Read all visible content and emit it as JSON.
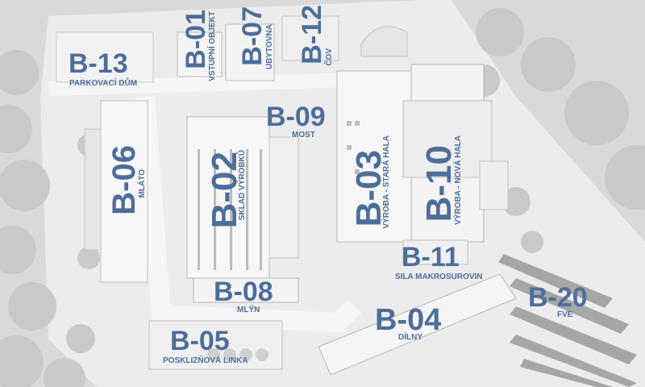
{
  "buildings": {
    "b13": {
      "code": "B-13",
      "name": "PARKOVACÍ DŮM"
    },
    "b01": {
      "code": "B-01",
      "name": "VSTUPNÍ OBJEKT"
    },
    "b07": {
      "code": "B-07",
      "name": "UBYTOVNA"
    },
    "b12": {
      "code": "B-12",
      "name": "ČOV"
    },
    "b09": {
      "code": "B-09",
      "name": "MOST"
    },
    "b06": {
      "code": "B-06",
      "name": "MLÁTO"
    },
    "b02": {
      "code": "B-02",
      "name": "SKLAD VÝROBKŮ"
    },
    "b03": {
      "code": "B-03",
      "name": "VÝROBA - STARÁ HALA"
    },
    "b10": {
      "code": "B-10",
      "name": "VÝROBA - NOVÁ HALA"
    },
    "b11": {
      "code": "B-11",
      "name": "SILA MAKROSUROVIN"
    },
    "b08": {
      "code": "B-08",
      "name": "MLÝN"
    },
    "b04": {
      "code": "B-04",
      "name": "DÍLNY"
    },
    "b05": {
      "code": "B-05",
      "name": "POSKLIZŇOVÁ LINKA"
    },
    "b20": {
      "code": "B-20",
      "name": "FVE"
    }
  },
  "colors": {
    "label": "#4d6e9a",
    "background": "#dcdcdc",
    "site": "#efefef",
    "roof": "#f7f7f7",
    "trees": "#c4c4c4"
  }
}
